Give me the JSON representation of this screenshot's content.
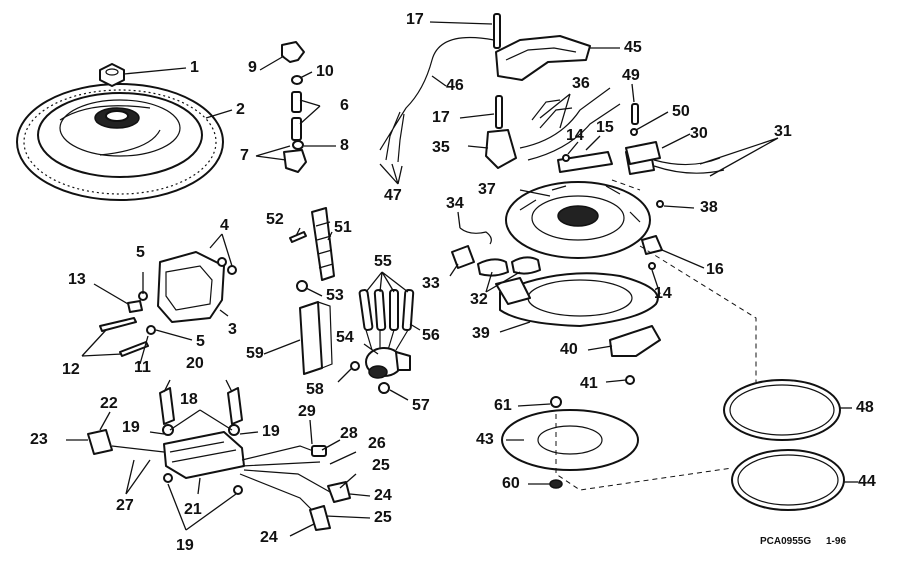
{
  "callouts": [
    {
      "id": "c1",
      "label": "1"
    },
    {
      "id": "c2",
      "label": "2"
    },
    {
      "id": "c3",
      "label": "3"
    },
    {
      "id": "c4",
      "label": "4"
    },
    {
      "id": "c5a",
      "label": "5"
    },
    {
      "id": "c5b",
      "label": "5"
    },
    {
      "id": "c6",
      "label": "6"
    },
    {
      "id": "c7",
      "label": "7"
    },
    {
      "id": "c8",
      "label": "8"
    },
    {
      "id": "c9",
      "label": "9"
    },
    {
      "id": "c10",
      "label": "10"
    },
    {
      "id": "c11",
      "label": "11"
    },
    {
      "id": "c12",
      "label": "12"
    },
    {
      "id": "c13",
      "label": "13"
    },
    {
      "id": "c14a",
      "label": "14"
    },
    {
      "id": "c14b",
      "label": "14"
    },
    {
      "id": "c15",
      "label": "15"
    },
    {
      "id": "c16",
      "label": "16"
    },
    {
      "id": "c17a",
      "label": "17"
    },
    {
      "id": "c17b",
      "label": "17"
    },
    {
      "id": "c18",
      "label": "18"
    },
    {
      "id": "c19a",
      "label": "19"
    },
    {
      "id": "c19b",
      "label": "19"
    },
    {
      "id": "c19c",
      "label": "19"
    },
    {
      "id": "c20",
      "label": "20"
    },
    {
      "id": "c21",
      "label": "21"
    },
    {
      "id": "c22",
      "label": "22"
    },
    {
      "id": "c23",
      "label": "23"
    },
    {
      "id": "c24a",
      "label": "24"
    },
    {
      "id": "c24b",
      "label": "24"
    },
    {
      "id": "c25a",
      "label": "25"
    },
    {
      "id": "c25b",
      "label": "25"
    },
    {
      "id": "c26",
      "label": "26"
    },
    {
      "id": "c27",
      "label": "27"
    },
    {
      "id": "c28",
      "label": "28"
    },
    {
      "id": "c29",
      "label": "29"
    },
    {
      "id": "c30",
      "label": "30"
    },
    {
      "id": "c31",
      "label": "31"
    },
    {
      "id": "c32",
      "label": "32"
    },
    {
      "id": "c33",
      "label": "33"
    },
    {
      "id": "c34",
      "label": "34"
    },
    {
      "id": "c35",
      "label": "35"
    },
    {
      "id": "c36",
      "label": "36"
    },
    {
      "id": "c37",
      "label": "37"
    },
    {
      "id": "c38",
      "label": "38"
    },
    {
      "id": "c39",
      "label": "39"
    },
    {
      "id": "c40",
      "label": "40"
    },
    {
      "id": "c41",
      "label": "41"
    },
    {
      "id": "c43",
      "label": "43"
    },
    {
      "id": "c44",
      "label": "44"
    },
    {
      "id": "c45",
      "label": "45"
    },
    {
      "id": "c46",
      "label": "46"
    },
    {
      "id": "c47",
      "label": "47"
    },
    {
      "id": "c48",
      "label": "48"
    },
    {
      "id": "c49",
      "label": "49"
    },
    {
      "id": "c50",
      "label": "50"
    },
    {
      "id": "c51",
      "label": "51"
    },
    {
      "id": "c52",
      "label": "52"
    },
    {
      "id": "c53",
      "label": "53"
    },
    {
      "id": "c54",
      "label": "54"
    },
    {
      "id": "c55",
      "label": "55"
    },
    {
      "id": "c56",
      "label": "56"
    },
    {
      "id": "c57",
      "label": "57"
    },
    {
      "id": "c58",
      "label": "58"
    },
    {
      "id": "c59",
      "label": "59"
    },
    {
      "id": "c60",
      "label": "60"
    },
    {
      "id": "c61",
      "label": "61"
    }
  ],
  "footer": {
    "part_code": "PCA0955G",
    "date_code": "1-96"
  }
}
